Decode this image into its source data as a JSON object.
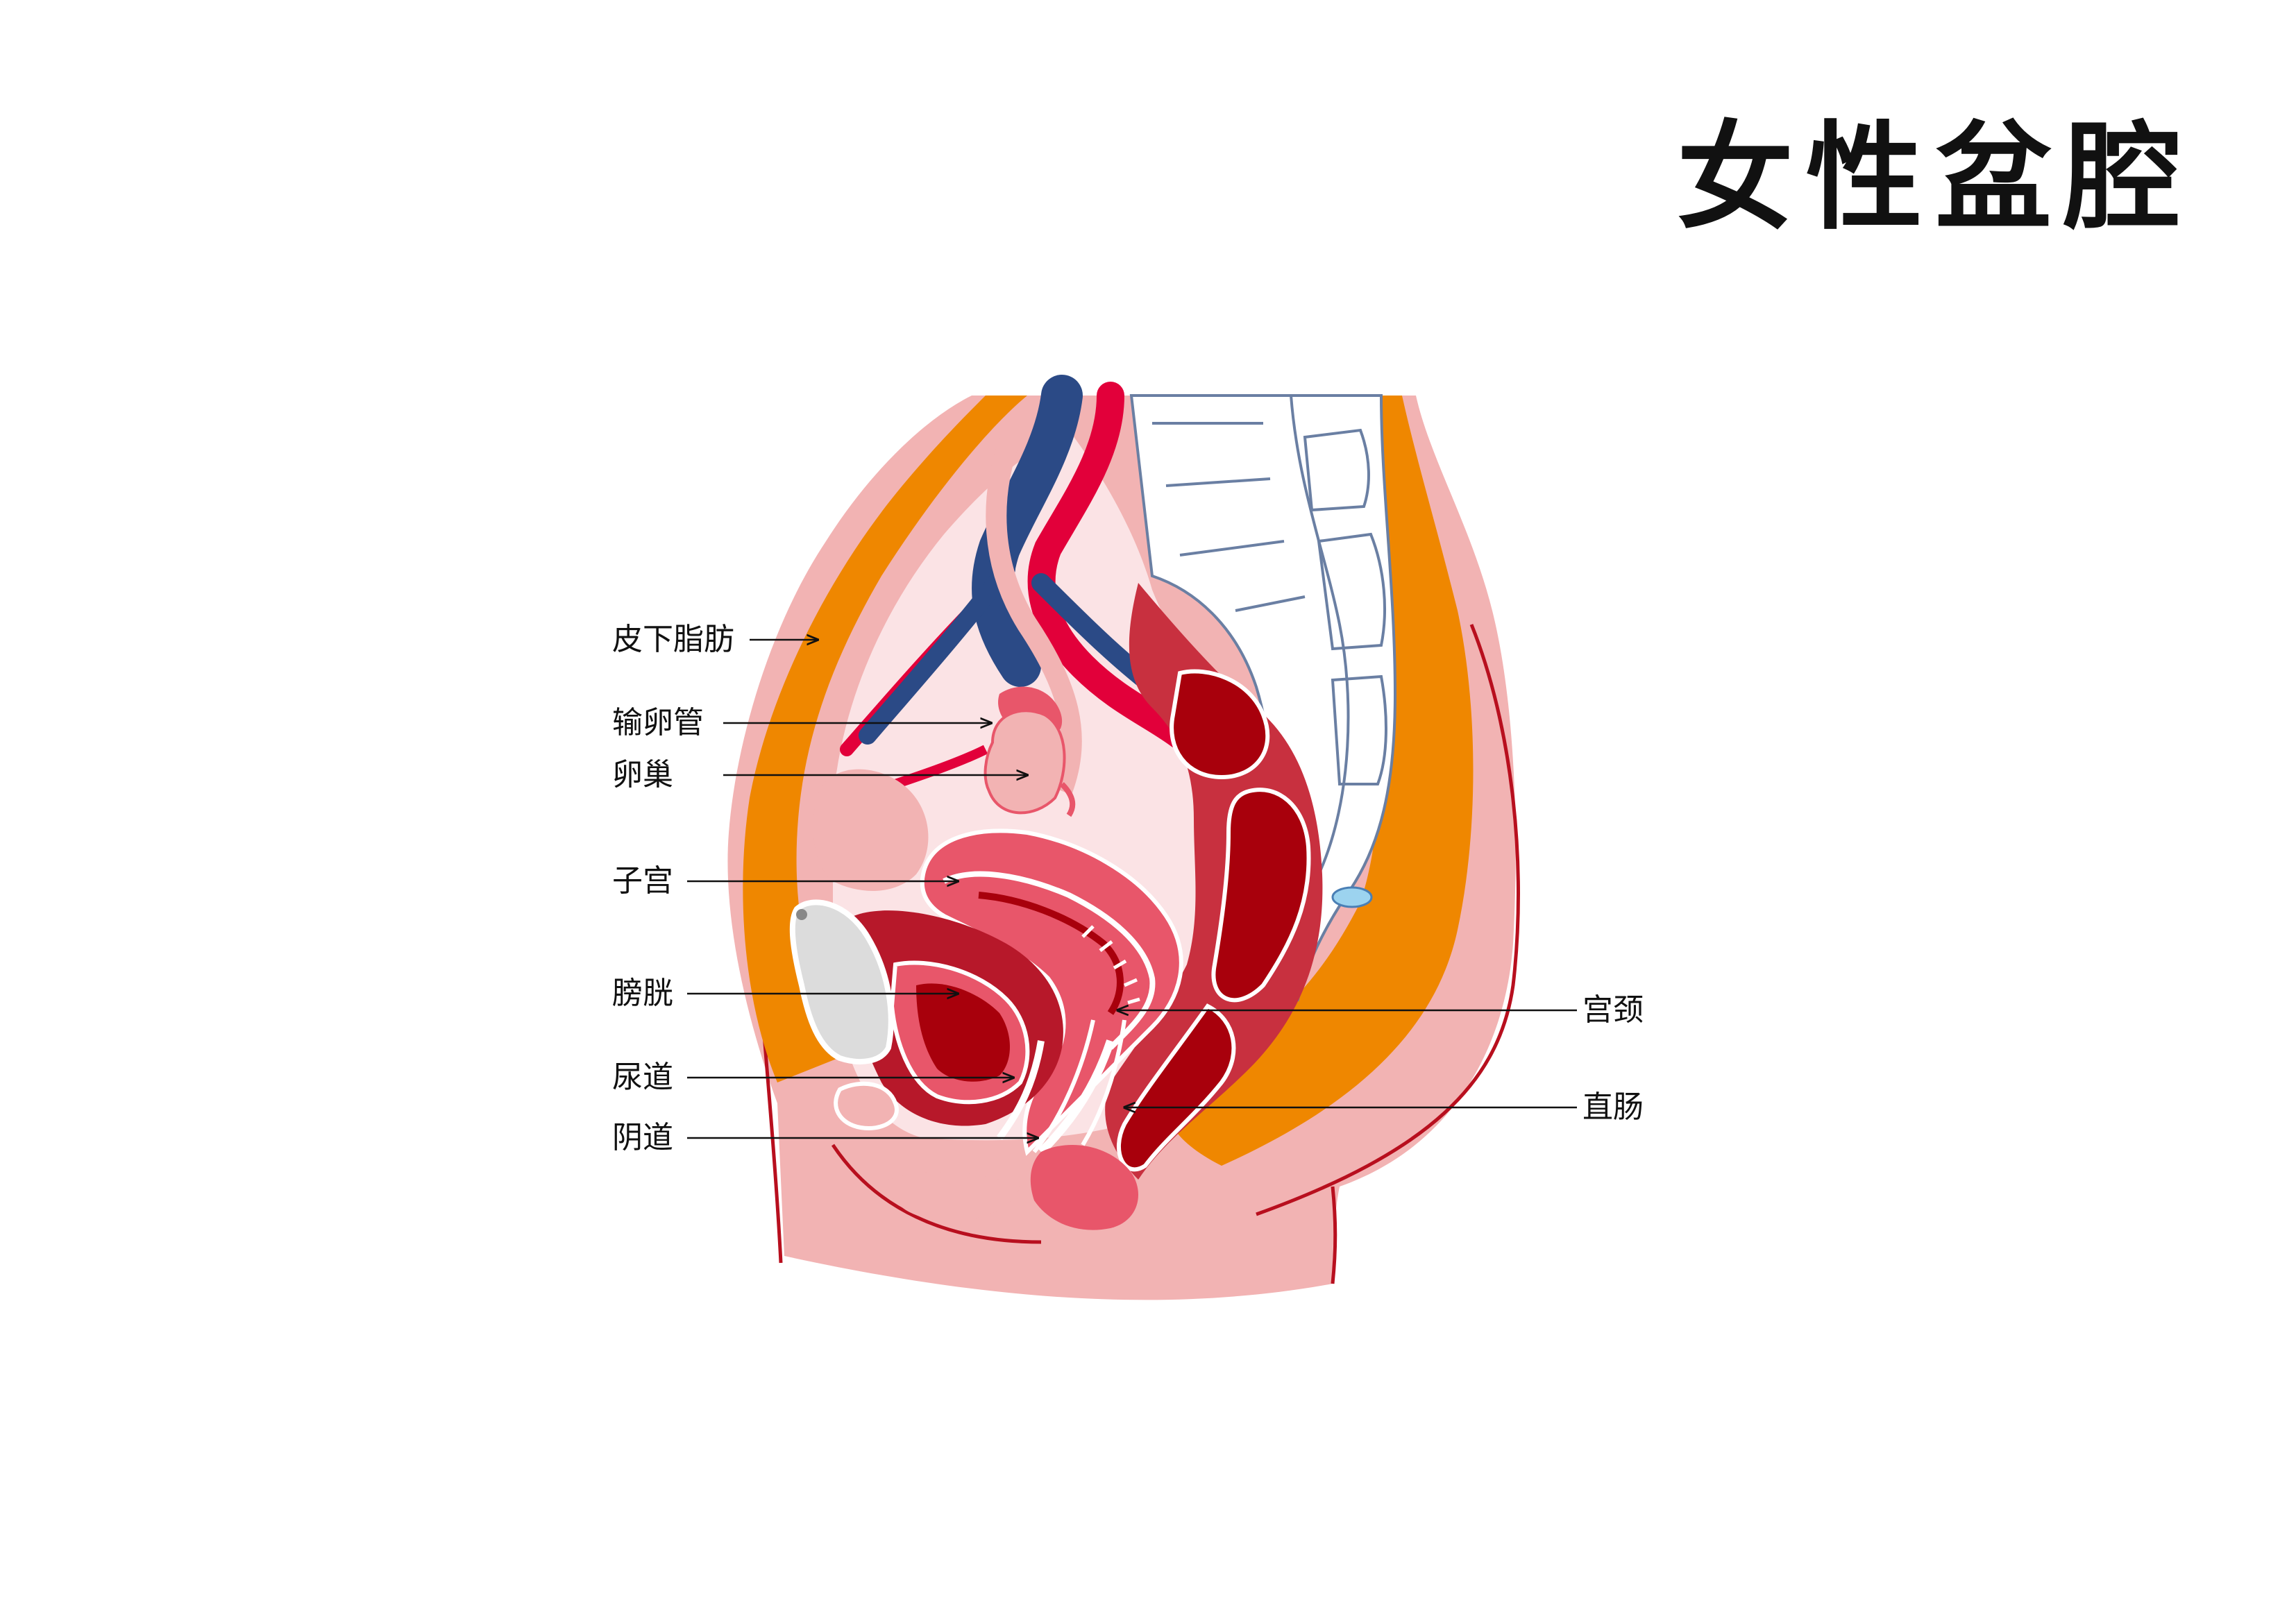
{
  "title": "女性盆腔",
  "labels": {
    "subcutaneous_fat": "皮下脂肪",
    "fallopian_tube": "输卵管",
    "ovary": "卵巢",
    "uterus": "子宫",
    "bladder": "膀胱",
    "urethra": "尿道",
    "vagina": "阴道",
    "cervix": "宫颈",
    "rectum": "直肠"
  },
  "colors": {
    "skin": "#f2b3b3",
    "fat": "#ef8700",
    "cavity": "#fbe3e5",
    "uterus": "#e8566a",
    "dark_red": "#a8000c",
    "artery": "#e2003a",
    "vein": "#2b4a86",
    "bone": "#ffffff",
    "bone_line": "#6a7fa3",
    "pubic_bone": "#dcdcdc",
    "coccyx": "#9cd3ef"
  }
}
